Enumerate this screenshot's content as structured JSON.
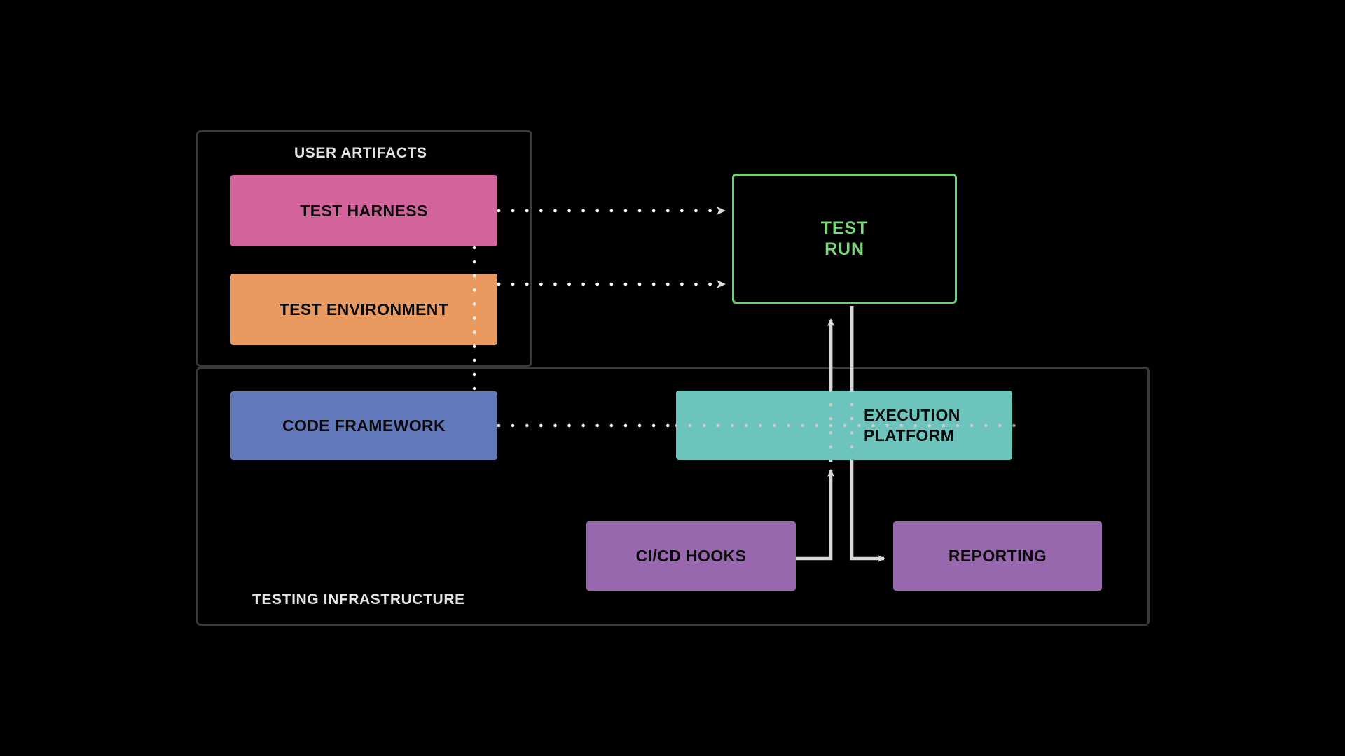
{
  "diagram": {
    "title_text_present": false,
    "background_color": "#000000",
    "groups": [
      {
        "id": "user-artifacts",
        "label": "USER ARTIFACTS",
        "label_color": "#e3e3e3",
        "border_color": "#3a3a3a"
      },
      {
        "id": "testing-infrastructure",
        "label": "TESTING INFRASTRUCTURE",
        "label_color": "#e3e3e3",
        "border_color": "#3a3a3a"
      }
    ],
    "nodes": [
      {
        "id": "test-harness",
        "label": "TEST HARNESS",
        "fill": "#d2649b",
        "text_color": "#0a0a0a",
        "group": "user-artifacts"
      },
      {
        "id": "test-environment",
        "label": "TEST ENVIRONMENT",
        "fill": "#e89a60",
        "text_color": "#0a0a0a",
        "group": "user-artifacts"
      },
      {
        "id": "code-framework",
        "label": "CODE FRAMEWORK",
        "fill": "#6179bb",
        "text_color": "#0a0a0a",
        "group": "testing-infrastructure"
      },
      {
        "id": "execution-platform",
        "label_line1": "EXECUTION",
        "label_line2": "PLATFORM",
        "fill": "#6cc4bc",
        "text_color": "#0a0a0a",
        "group": "testing-infrastructure"
      },
      {
        "id": "cicd-hooks",
        "label": "CI/CD HOOKS",
        "fill": "#9768ae",
        "text_color": "#0a0a0a",
        "group": "testing-infrastructure"
      },
      {
        "id": "reporting",
        "label": "REPORTING",
        "fill": "#9768ae",
        "text_color": "#0a0a0a",
        "group": "testing-infrastructure"
      },
      {
        "id": "test-run",
        "label_line1": "TEST",
        "label_line2": "RUN",
        "fill": "#000000",
        "border_color": "#6dd46d",
        "text_color": "#7ad87a",
        "group": null
      }
    ],
    "edges": [
      {
        "id": "harness-to-testrun",
        "from": "test-harness",
        "to": "test-run",
        "style": "dotted",
        "color": "#ffffff",
        "arrow": true
      },
      {
        "id": "environment-to-testrun",
        "from": "test-environment",
        "to": "test-run",
        "style": "dotted",
        "color": "#ffffff",
        "arrow": true
      },
      {
        "id": "artifacts-vertical-chain",
        "from": "test-harness",
        "to": "code-framework",
        "style": "dotted",
        "color": "#ffffff",
        "arrow": false
      },
      {
        "id": "codeframework-to-executionplatform",
        "from": "code-framework",
        "to": "execution-platform",
        "style": "dotted",
        "color": "#ffffff",
        "arrow": false
      },
      {
        "id": "executionplatform-to-testrun",
        "from": "execution-platform",
        "to": "test-run",
        "style": "solid",
        "color": "#d9d9d9",
        "arrow": true
      },
      {
        "id": "cicdhooks-to-executionplatform",
        "from": "cicd-hooks",
        "to": "execution-platform",
        "style": "solid",
        "color": "#d9d9d9",
        "arrow": true
      },
      {
        "id": "testrun-to-reporting",
        "from": "test-run",
        "to": "reporting",
        "style": "solid",
        "color": "#d9d9d9",
        "arrow": true
      }
    ]
  }
}
